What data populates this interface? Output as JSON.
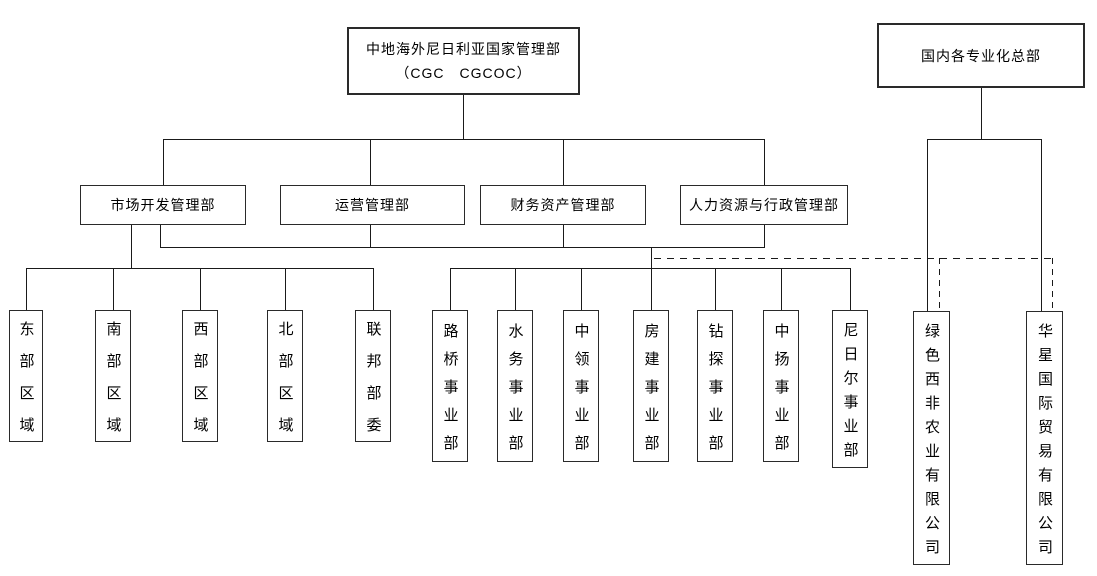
{
  "root_box": {
    "line1": "中地海外尼日利亚国家管理部",
    "line2": "（CGC　CGCOC）"
  },
  "hq_box": {
    "label": "国内各专业化总部"
  },
  "departments": [
    {
      "label": "市场开发管理部"
    },
    {
      "label": "运营管理部"
    },
    {
      "label": "财务资产管理部"
    },
    {
      "label": "人力资源与行政管理部"
    }
  ],
  "regions": [
    {
      "label": "东部区域"
    },
    {
      "label": "南部区域"
    },
    {
      "label": "西部区域"
    },
    {
      "label": "北部区域"
    },
    {
      "label": "联邦部委"
    }
  ],
  "divisions": [
    {
      "label": "路桥事业部"
    },
    {
      "label": "水务事业部"
    },
    {
      "label": "中领事业部"
    },
    {
      "label": "房建事业部"
    },
    {
      "label": "钻探事业部"
    },
    {
      "label": "中扬事业部"
    },
    {
      "label": "尼日尔事业部"
    }
  ],
  "companies": [
    {
      "label": "绿色西非农业有限公司"
    },
    {
      "label": "华星国际贸易有限公司"
    }
  ],
  "colors": {
    "line": "#1a1a1a",
    "border": "#2a2a2a",
    "background": "#ffffff",
    "text": "#000000"
  }
}
